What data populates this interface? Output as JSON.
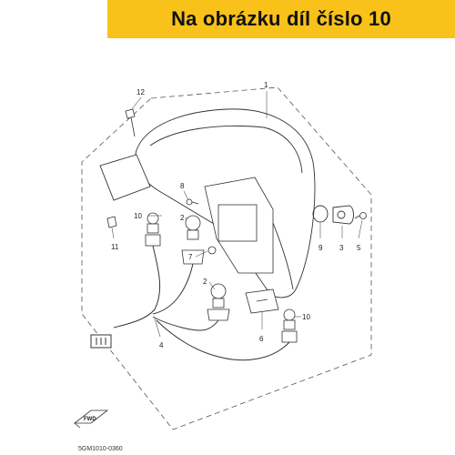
{
  "banner": {
    "text": "Na obrázku díl číslo 10"
  },
  "callouts": {
    "c1": "1",
    "c2a": "2",
    "c2b": "2",
    "c3": "3",
    "c4": "4",
    "c5": "5",
    "c6": "6",
    "c7": "7",
    "c8": "8",
    "c9": "9",
    "c10a": "10",
    "c10b": "10",
    "c11": "11",
    "c12": "12"
  },
  "fwd_label": "FWD",
  "diagram_code": "5GM1010-0360"
}
